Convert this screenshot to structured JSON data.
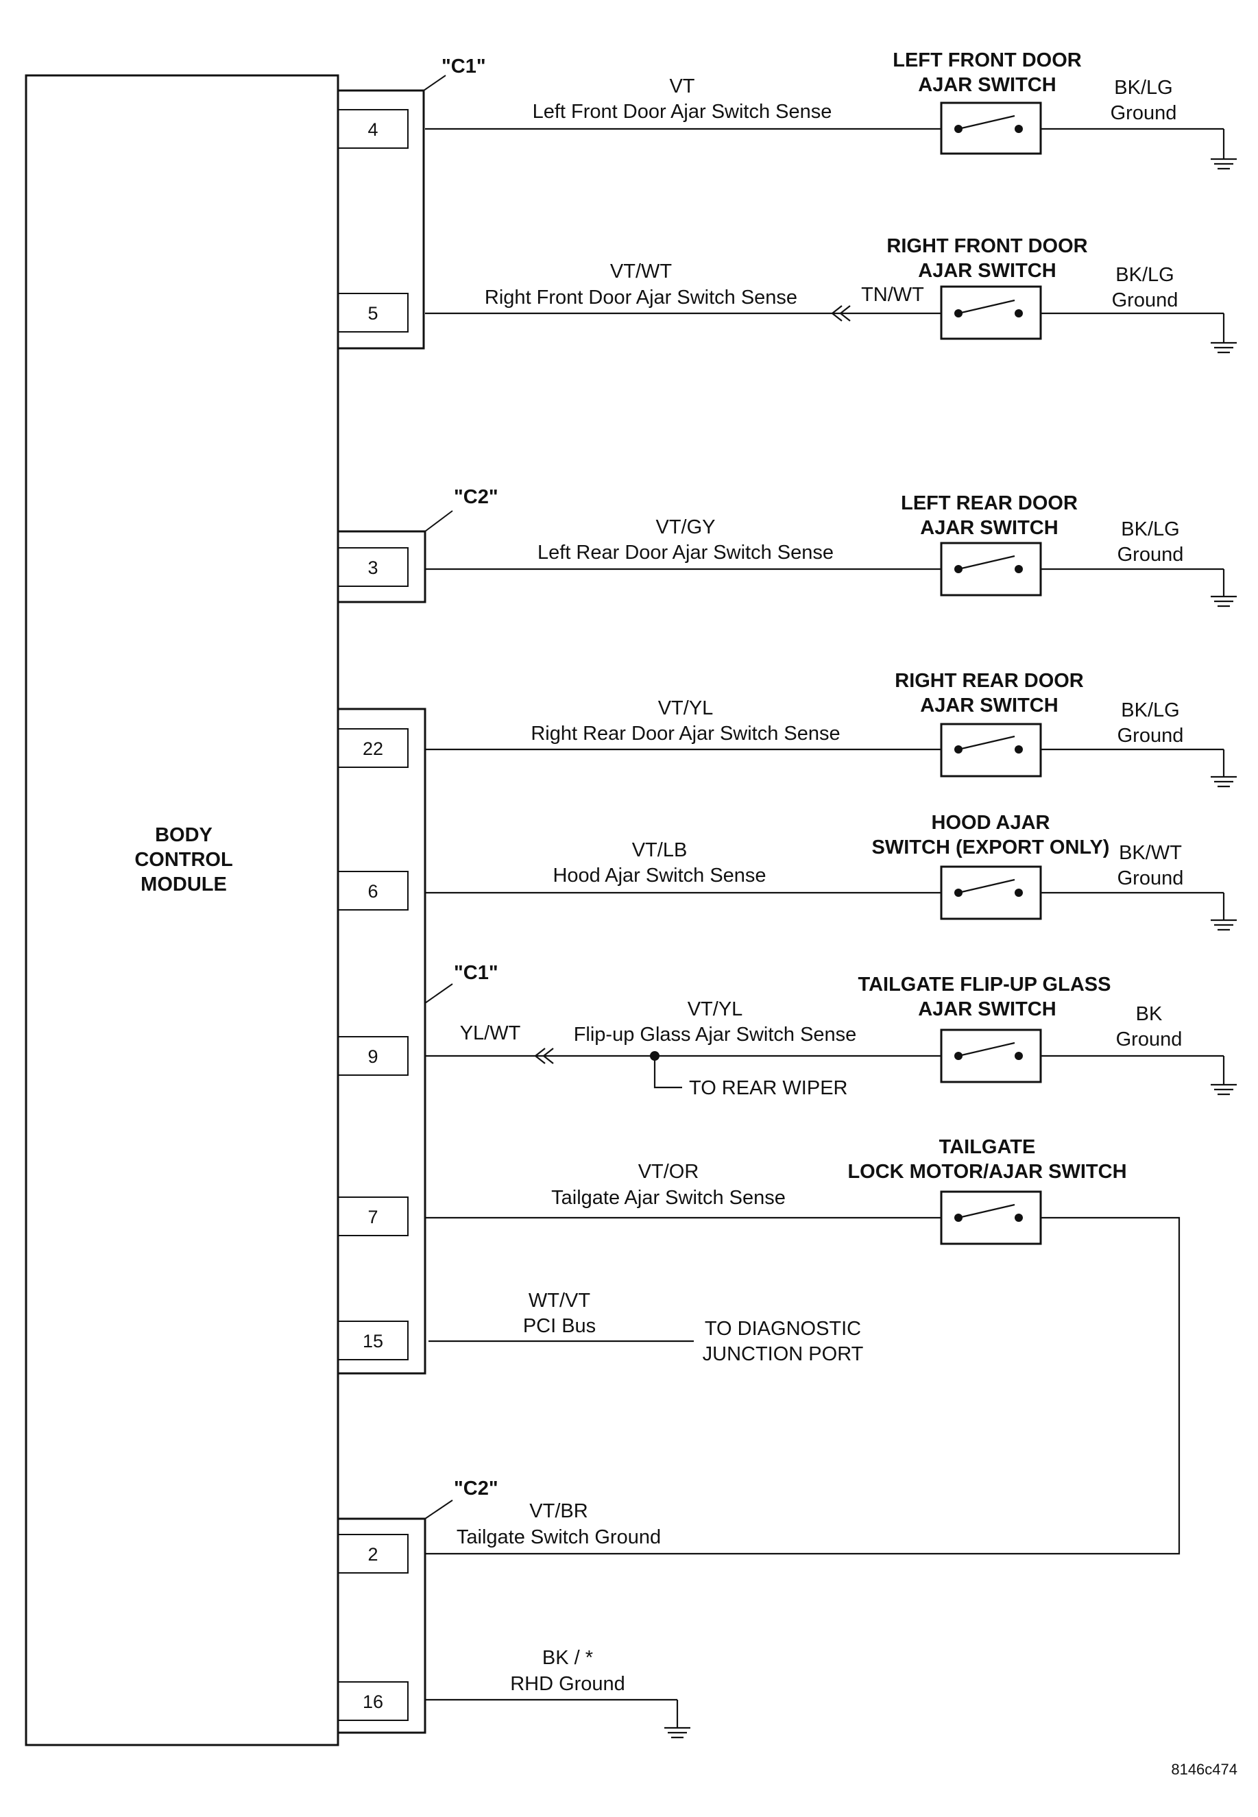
{
  "module": {
    "lines": [
      "BODY",
      "CONTROL",
      "MODULE"
    ]
  },
  "connectors": {
    "c1_top": "\"C1\"",
    "c2_a": "\"C2\"",
    "c1_b": "\"C1\"",
    "c2_b": "\"C2\""
  },
  "pins": [
    "4",
    "5",
    "3",
    "22",
    "6",
    "9",
    "7",
    "15",
    "2",
    "16"
  ],
  "circuits": {
    "lf_color": "VT",
    "lf_name": "Left Front Door Ajar Switch Sense",
    "rf_color": "VT/WT",
    "rf_name": "Right Front Door Ajar Switch Sense",
    "rf_switch_side_color": "TN/WT",
    "lr_color": "VT/GY",
    "lr_name": "Left Rear Door Ajar Switch Sense",
    "rr_color": "VT/YL",
    "rr_name": "Right Rear Door Ajar Switch Sense",
    "hood_color": "VT/LB",
    "hood_name": "Hood Ajar Switch Sense",
    "glass_bcm_color": "YL/WT",
    "glass_color": "VT/YL",
    "glass_name": "Flip-up Glass Ajar Switch Sense",
    "glass_branch": "TO REAR WIPER",
    "tailgate_color": "VT/OR",
    "tailgate_name": "Tailgate Ajar Switch Sense",
    "pci_color": "WT/VT",
    "pci_name": "PCI Bus",
    "pci_dest_1": "TO DIAGNOSTIC",
    "pci_dest_2": "JUNCTION PORT",
    "tg_gnd_color": "VT/BR",
    "tg_gnd_name": "Tailgate Switch Ground",
    "rhd_color": "BK / *",
    "rhd_name": "RHD Ground"
  },
  "switches": {
    "lf_1": "LEFT FRONT DOOR",
    "lf_2": "AJAR SWITCH",
    "rf_1": "RIGHT FRONT DOOR",
    "rf_2": "AJAR SWITCH",
    "lr_1": "LEFT REAR DOOR",
    "lr_2": "AJAR SWITCH",
    "rr_1": "RIGHT REAR DOOR",
    "rr_2": "AJAR SWITCH",
    "hood_1": "HOOD AJAR",
    "hood_2": "SWITCH (EXPORT ONLY)",
    "glass_1": "TAILGATE FLIP-UP GLASS",
    "glass_2": "AJAR SWITCH",
    "tg_1": "TAILGATE",
    "tg_2": "LOCK MOTOR/AJAR SWITCH"
  },
  "grounds": {
    "lf_color": "BK/LG",
    "rf_color": "BK/LG",
    "lr_color": "BK/LG",
    "rr_color": "BK/LG",
    "hood_color": "BK/WT",
    "glass_color": "BK",
    "label": "Ground"
  },
  "figure_code": "8146c474"
}
